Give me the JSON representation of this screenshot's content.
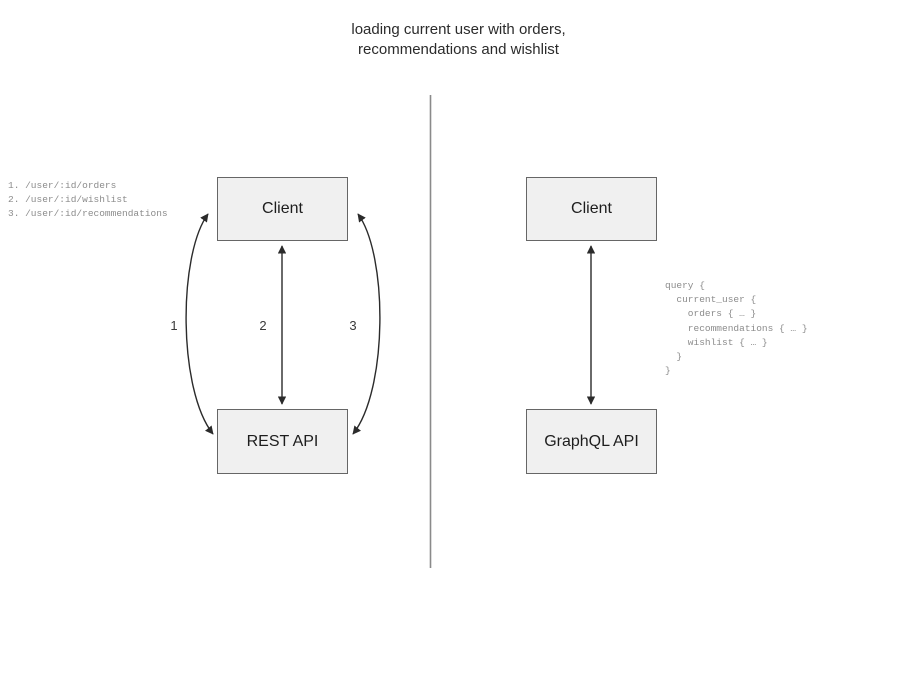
{
  "title": {
    "line1": "loading current user with orders,",
    "line2": "recommendations and wishlist"
  },
  "divider": {
    "color": "#8a8a8a"
  },
  "palette": {
    "node_fill": "#f0f0f0",
    "node_border": "#666666",
    "edge": "#2b2b2b",
    "code_text": "#8c8c8c",
    "title_text": "#2b2b2b",
    "background": "#ffffff"
  },
  "rest_panel": {
    "client_label": "Client",
    "api_label": "REST API",
    "edge_labels": [
      "1",
      "2",
      "3"
    ],
    "endpoints": "1. /user/:id/orders\n2. /user/:id/wishlist\n3. /user/:id/recommendations",
    "endpoint_lines": [
      "1. /user/:id/orders",
      "2. /user/:id/wishlist",
      "3. /user/:id/recommendations"
    ]
  },
  "graphql_panel": {
    "client_label": "Client",
    "api_label": "GraphQL API",
    "query": "query {\n  current_user {\n    orders { … }\n    recommendations { … }\n    wishlist { … }\n  }\n}",
    "query_lines": [
      "query {",
      "  current_user {",
      "    orders { … }",
      "    recommendations { … }",
      "    wishlist { … }",
      "  }",
      "}"
    ]
  }
}
